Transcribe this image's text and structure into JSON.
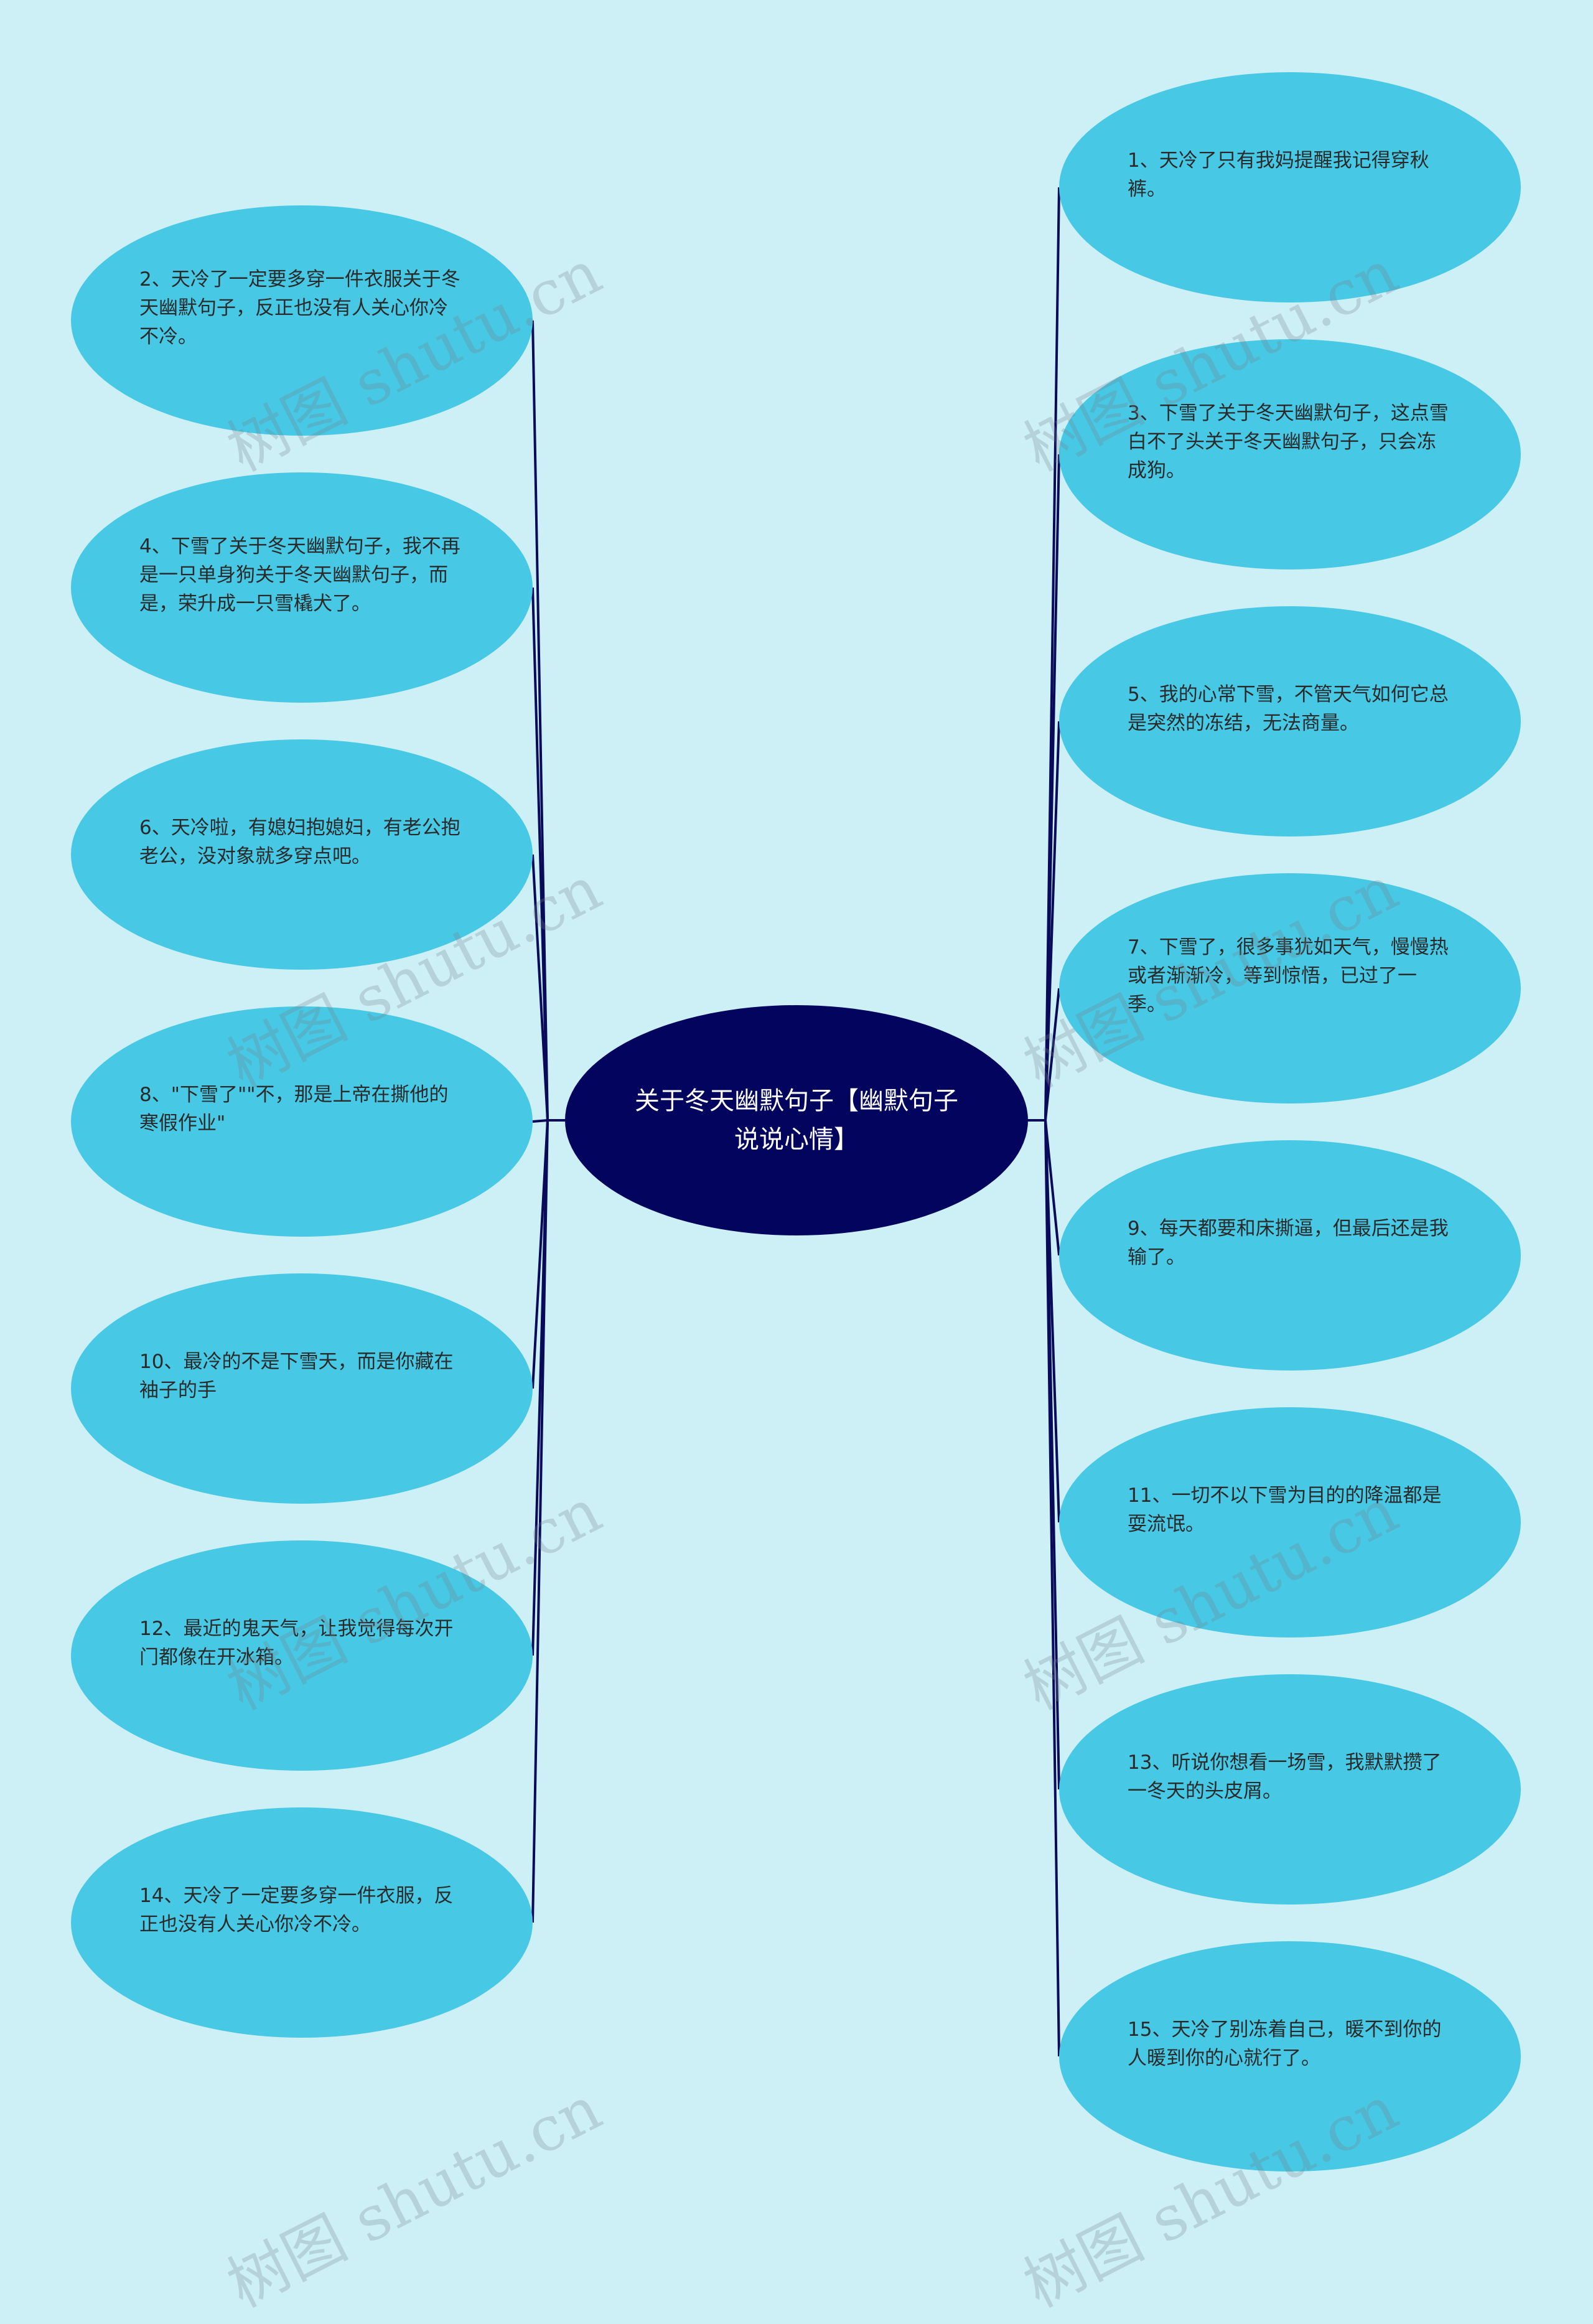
{
  "center": {
    "text": "关于冬天幽默句子【幽默句子说说心情】"
  },
  "left_nodes": [
    {
      "text": "2、天冷了一定要多穿一件衣服关于冬天幽默句子，反正也没有人关心你冷不冷。"
    },
    {
      "text": "4、下雪了关于冬天幽默句子，我不再是一只单身狗关于冬天幽默句子，而是，荣升成一只雪橇犬了。"
    },
    {
      "text": "6、天冷啦，有媳妇抱媳妇，有老公抱老公，没对象就多穿点吧。"
    },
    {
      "text": "8、\"下雪了\"\"不，那是上帝在撕他的寒假作业\""
    },
    {
      "text": "10、最冷的不是下雪天，而是你藏在袖子的手"
    },
    {
      "text": "12、最近的鬼天气，让我觉得每次开门都像在开冰箱。"
    },
    {
      "text": "14、天冷了一定要多穿一件衣服，反正也没有人关心你冷不冷。"
    }
  ],
  "right_nodes": [
    {
      "text": "1、天冷了只有我妈提醒我记得穿秋裤。"
    },
    {
      "text": "3、下雪了关于冬天幽默句子，这点雪白不了头关于冬天幽默句子，只会冻成狗。"
    },
    {
      "text": "5、我的心常下雪，不管天气如何它总是突然的冻结，无法商量。"
    },
    {
      "text": "7、下雪了，很多事犹如天气，慢慢热或者渐渐冷，等到惊悟，已过了一季。"
    },
    {
      "text": "9、每天都要和床撕逼，但最后还是我输了。"
    },
    {
      "text": "11、一切不以下雪为目的的降温都是耍流氓。"
    },
    {
      "text": "13、听说你想看一场雪，我默默攒了一冬天的头皮屑。"
    },
    {
      "text": "15、天冷了别冻着自己，暖不到你的人暖到你的心就行了。"
    }
  ],
  "watermark": {
    "text": "树图 shutu.cn"
  },
  "colors": {
    "background": "#cdf0f7",
    "node_fill": "#47c8e4",
    "center_fill": "#03045e",
    "connector": "#0a0a5a",
    "node_text": "#2a2a2a",
    "center_text": "#ffffff"
  }
}
